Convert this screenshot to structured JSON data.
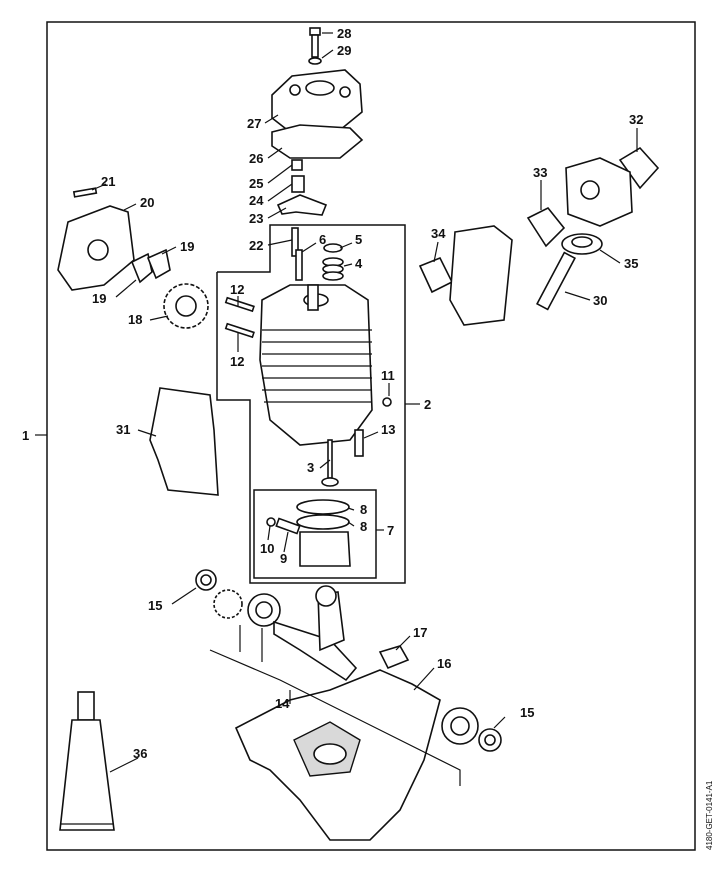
{
  "diagram": {
    "drawing_code": "4180-GET-0141-A1",
    "callouts": {
      "c1": "1",
      "c2": "2",
      "c3": "3",
      "c4": "4",
      "c5": "5",
      "c6": "6",
      "c7": "7",
      "c8a": "8",
      "c8b": "8",
      "c9": "9",
      "c10": "10",
      "c11": "11",
      "c12a": "12",
      "c12b": "12",
      "c13": "13",
      "c14": "14",
      "c15a": "15",
      "c15b": "15",
      "c16": "16",
      "c17": "17",
      "c18": "18",
      "c19a": "19",
      "c19b": "19",
      "c20": "20",
      "c21": "21",
      "c22": "22",
      "c23": "23",
      "c24": "24",
      "c25": "25",
      "c26": "26",
      "c27": "27",
      "c28": "28",
      "c29": "29",
      "c30": "30",
      "c31": "31",
      "c32": "32",
      "c33": "33",
      "c34": "34",
      "c35": "35",
      "c36": "36"
    }
  }
}
